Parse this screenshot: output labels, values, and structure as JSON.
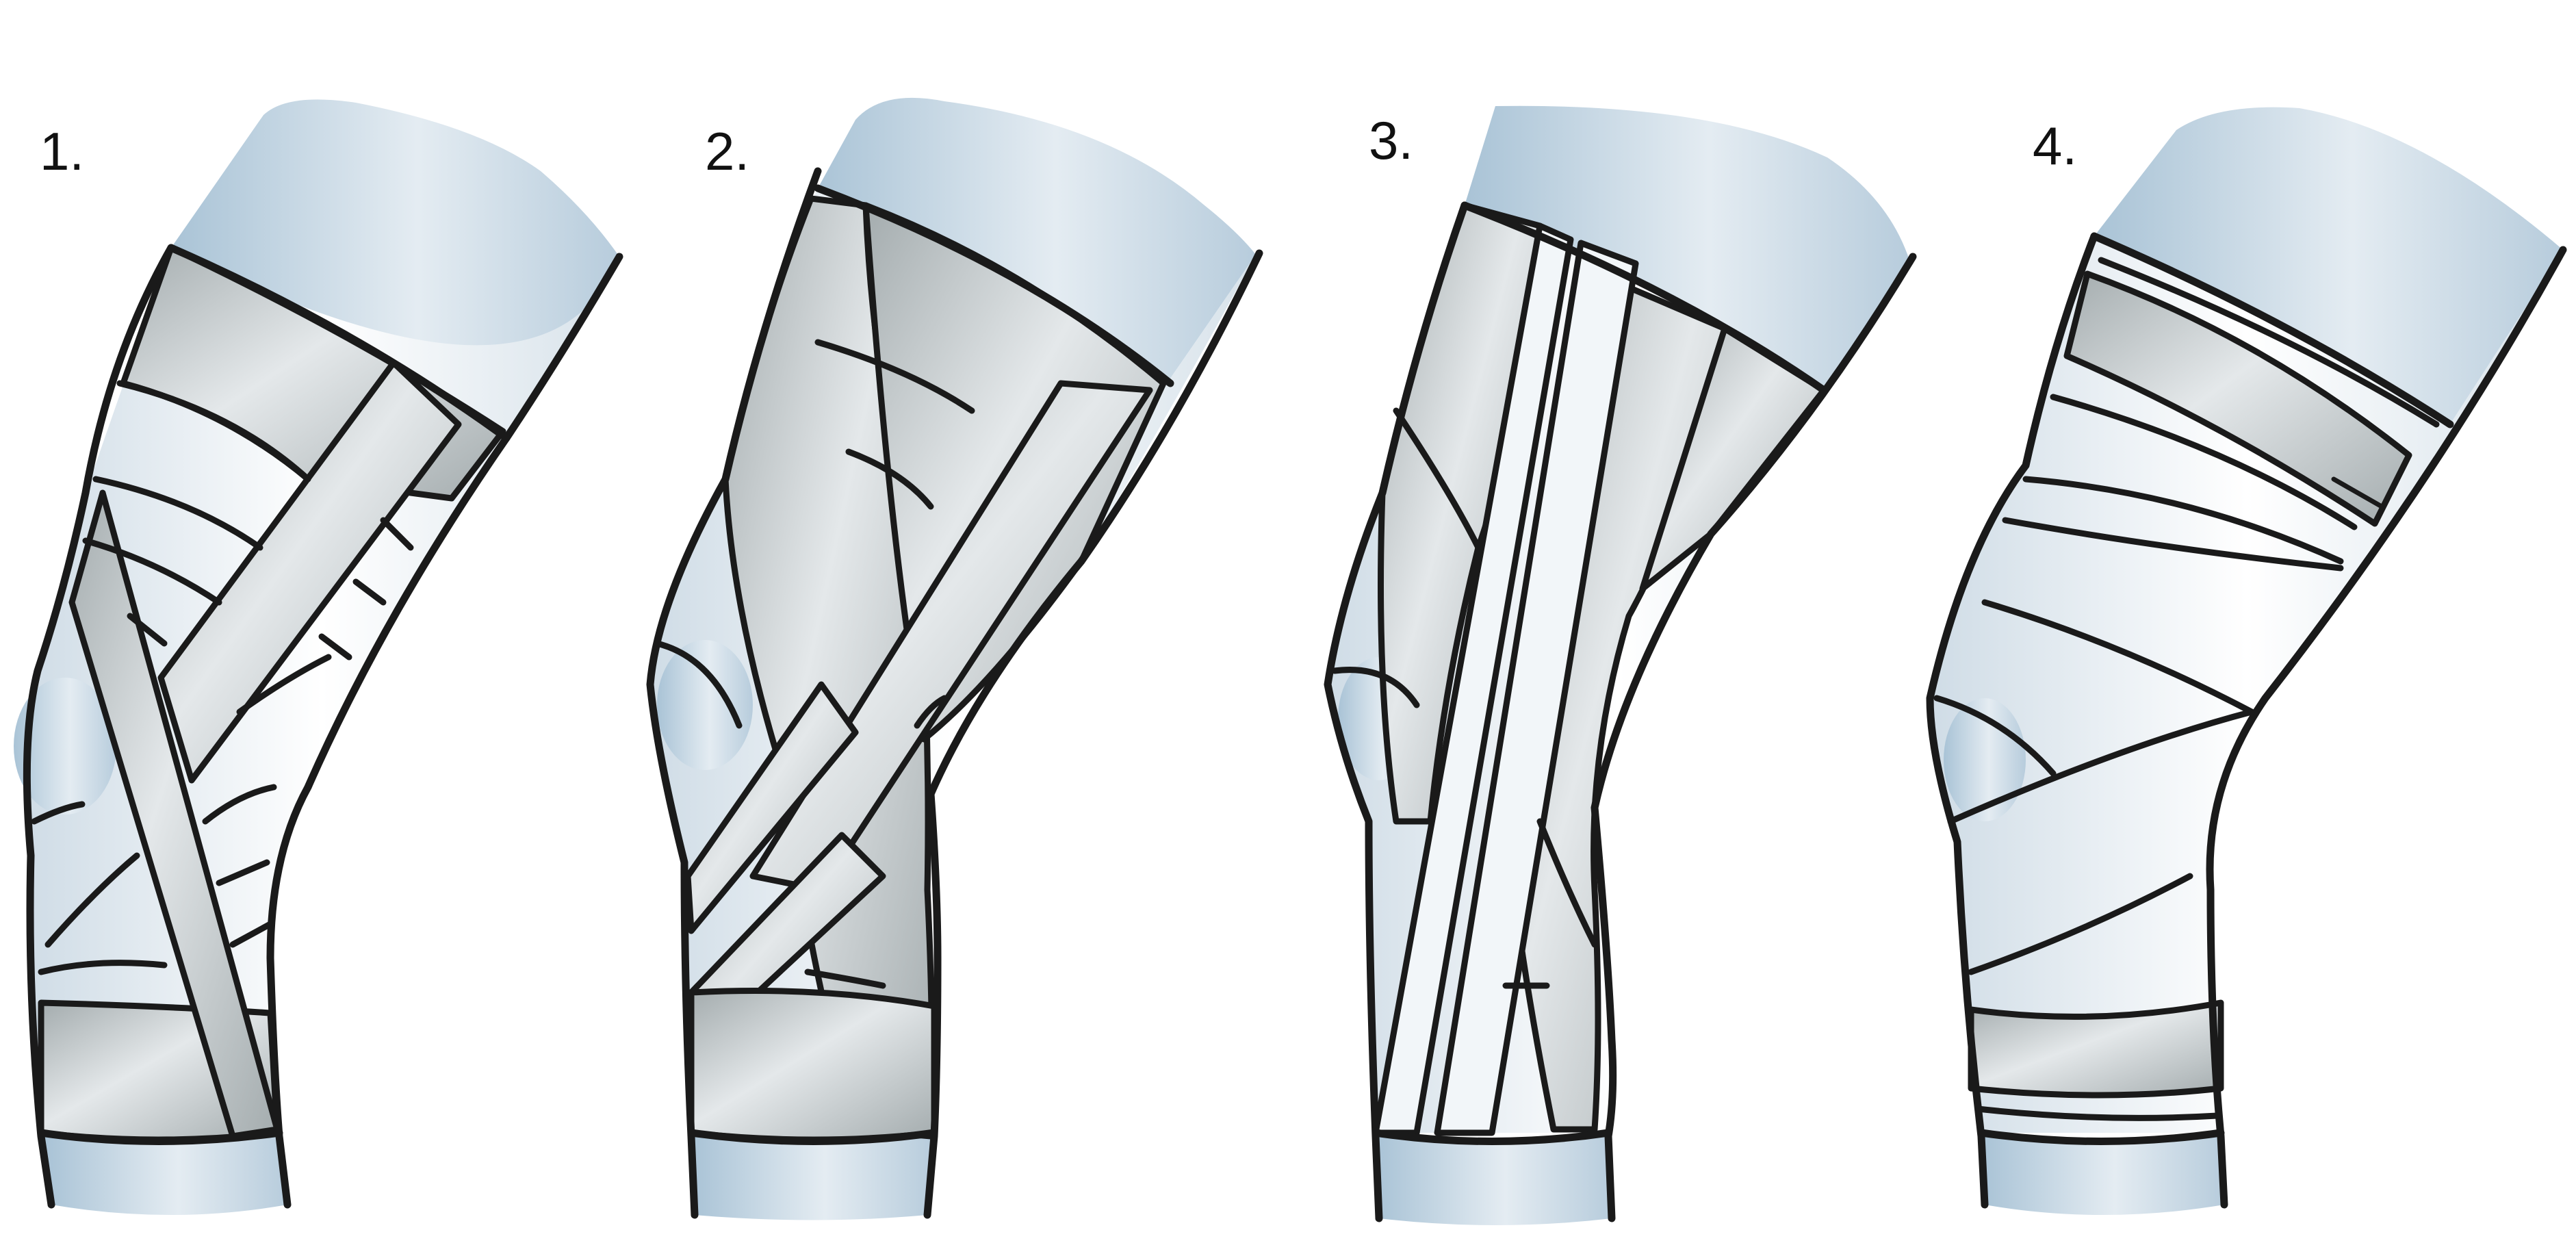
{
  "panels": [
    {
      "label": "1."
    },
    {
      "label": "2."
    },
    {
      "label": "3."
    },
    {
      "label": "4."
    }
  ],
  "colors": {
    "skin_light": "#dde7ef",
    "skin_mid": "#b9cfdd",
    "tape_gray": "#b4bcbe",
    "tape_light": "#e9eef1",
    "stroke": "#1a1a1a"
  }
}
